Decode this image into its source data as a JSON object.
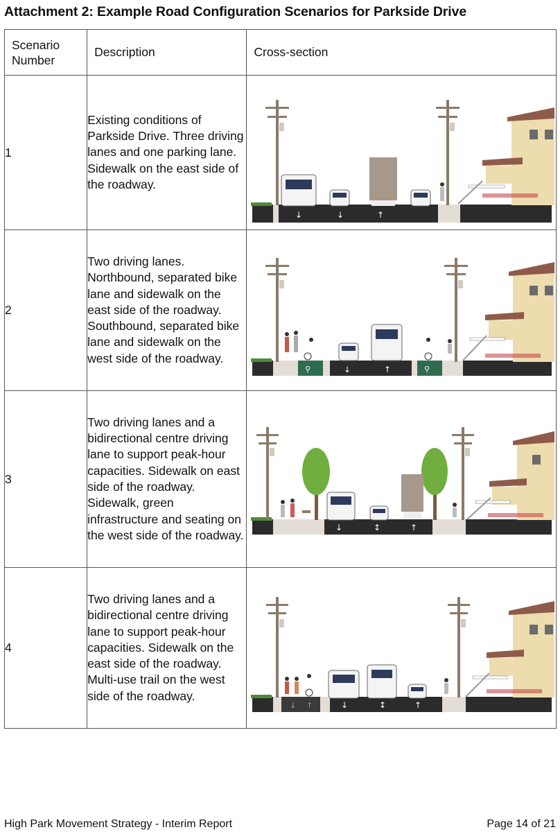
{
  "title": "Attachment 2: Example Road Configuration Scenarios for Parkside Drive",
  "table": {
    "headers": {
      "number": "Scenario Number",
      "description": "Description",
      "cross_section": "Cross-section"
    },
    "rows": [
      {
        "number": "1",
        "description": "Existing conditions of Parkside Drive. Three driving lanes and one parking lane. Sidewalk on the east side of the roadway."
      },
      {
        "number": "2",
        "description": "Two driving lanes. Northbound, separated bike lane and sidewalk on the east side of the roadway. Southbound, separated bike lane and sidewalk on the west side of the roadway."
      },
      {
        "number": "3",
        "description": "Two driving lanes and a bidirectional centre driving lane to support peak-hour capacities. Sidewalk on east side of the roadway. Sidewalk, green infrastructure and seating on the west side of the roadway."
      },
      {
        "number": "4",
        "description": "Two driving lanes and a bidirectional centre driving lane to support peak-hour capacities. Sidewalk on the east side of the roadway. Multi-use trail on the west side of the roadway."
      }
    ]
  },
  "footer": {
    "left": "High Park Movement Strategy - Interim Report",
    "right": "Page 14 of 21"
  },
  "colors": {
    "road": "#2b2b2b",
    "sidewalk": "#e3ddd6",
    "pole": "#8a7a68",
    "house": "#ecdcae",
    "roof": "#8e5b4a",
    "bike_lane": "#2f6b4f",
    "tree": "#6fae3f"
  },
  "icons": [
    "arrow-down-icon",
    "arrow-up-icon",
    "arrow-bidirectional-icon",
    "bike-symbol-icon"
  ]
}
